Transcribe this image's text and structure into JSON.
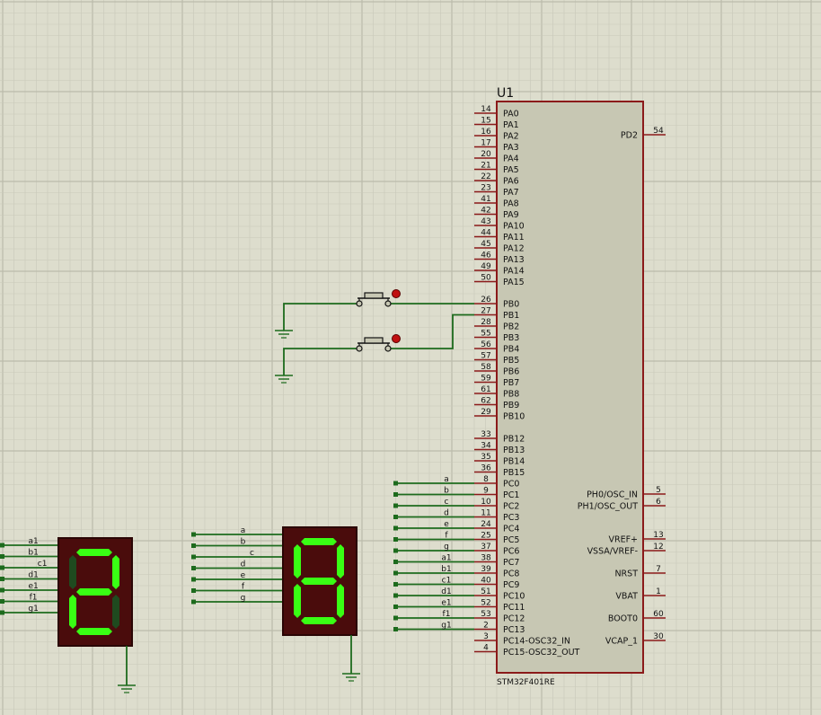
{
  "colors": {
    "background": "#ddddcd",
    "grid_minor": "#c9c9b9",
    "grid_major": "#bbbbab",
    "component_border": "#8b1a1a",
    "component_fill": "#c7c7b3",
    "pin": "#8b1a1a",
    "wire": "#1d6b1d",
    "text": "#111111",
    "display_body": "#4a0c0c",
    "segment_on": "#39ff14",
    "segment_off": "#1f4a1f",
    "button_dot": "#c01010"
  },
  "mcu": {
    "ref": "U1",
    "part": "STM32F401RE",
    "left_pins": [
      {
        "num": "14",
        "name": "PA0"
      },
      {
        "num": "15",
        "name": "PA1"
      },
      {
        "num": "16",
        "name": "PA2"
      },
      {
        "num": "17",
        "name": "PA3"
      },
      {
        "num": "20",
        "name": "PA4"
      },
      {
        "num": "21",
        "name": "PA5"
      },
      {
        "num": "22",
        "name": "PA6"
      },
      {
        "num": "23",
        "name": "PA7"
      },
      {
        "num": "41",
        "name": "PA8"
      },
      {
        "num": "42",
        "name": "PA9"
      },
      {
        "num": "43",
        "name": "PA10"
      },
      {
        "num": "44",
        "name": "PA11"
      },
      {
        "num": "45",
        "name": "PA12"
      },
      {
        "num": "46",
        "name": "PA13"
      },
      {
        "num": "49",
        "name": "PA14"
      },
      {
        "num": "50",
        "name": "PA15"
      },
      {
        "num": "26",
        "name": "PB0"
      },
      {
        "num": "27",
        "name": "PB1"
      },
      {
        "num": "28",
        "name": "PB2"
      },
      {
        "num": "55",
        "name": "PB3"
      },
      {
        "num": "56",
        "name": "PB4"
      },
      {
        "num": "57",
        "name": "PB5"
      },
      {
        "num": "58",
        "name": "PB6"
      },
      {
        "num": "59",
        "name": "PB7"
      },
      {
        "num": "61",
        "name": "PB8"
      },
      {
        "num": "62",
        "name": "PB9"
      },
      {
        "num": "29",
        "name": "PB10"
      },
      {
        "num": "33",
        "name": "PB12"
      },
      {
        "num": "34",
        "name": "PB13"
      },
      {
        "num": "35",
        "name": "PB14"
      },
      {
        "num": "36",
        "name": "PB15"
      },
      {
        "num": "8",
        "name": "PC0",
        "net": "a"
      },
      {
        "num": "9",
        "name": "PC1",
        "net": "b"
      },
      {
        "num": "10",
        "name": "PC2",
        "net": "c"
      },
      {
        "num": "11",
        "name": "PC3",
        "net": "d"
      },
      {
        "num": "24",
        "name": "PC4",
        "net": "e"
      },
      {
        "num": "25",
        "name": "PC5",
        "net": "f"
      },
      {
        "num": "37",
        "name": "PC6",
        "net": "g"
      },
      {
        "num": "38",
        "name": "PC7",
        "net": "a1"
      },
      {
        "num": "39",
        "name": "PC8",
        "net": "b1"
      },
      {
        "num": "40",
        "name": "PC9",
        "net": "c1"
      },
      {
        "num": "51",
        "name": "PC10",
        "net": "d1"
      },
      {
        "num": "52",
        "name": "PC11",
        "net": "e1"
      },
      {
        "num": "53",
        "name": "PC12",
        "net": "f1"
      },
      {
        "num": "2",
        "name": "PC13",
        "net": "g1"
      },
      {
        "num": "3",
        "name": "PC14-OSC32_IN"
      },
      {
        "num": "4",
        "name": "PC15-OSC32_OUT"
      }
    ],
    "right_pins": [
      {
        "num": "54",
        "name": "PD2"
      },
      {
        "num": "5",
        "name": "PH0/OSC_IN"
      },
      {
        "num": "6",
        "name": "PH1/OSC_OUT"
      },
      {
        "num": "13",
        "name": "VREF+"
      },
      {
        "num": "12",
        "name": "VSSA/VREF-"
      },
      {
        "num": "7",
        "name": "NRST"
      },
      {
        "num": "1",
        "name": "VBAT"
      },
      {
        "num": "60",
        "name": "BOOT0"
      },
      {
        "num": "30",
        "name": "VCAP_1"
      }
    ]
  },
  "displays": [
    {
      "id": "display-1",
      "digit": "2",
      "nets": [
        "a1",
        "b1",
        "c1",
        "d1",
        "e1",
        "f1",
        "g1"
      ]
    },
    {
      "id": "display-2",
      "digit": "8",
      "nets": [
        "a",
        "b",
        "c",
        "d",
        "e",
        "f",
        "g"
      ]
    }
  ],
  "buttons": [
    {
      "id": "button-1",
      "connects_to": "PB0"
    },
    {
      "id": "button-2",
      "connects_to": "PB1"
    }
  ]
}
